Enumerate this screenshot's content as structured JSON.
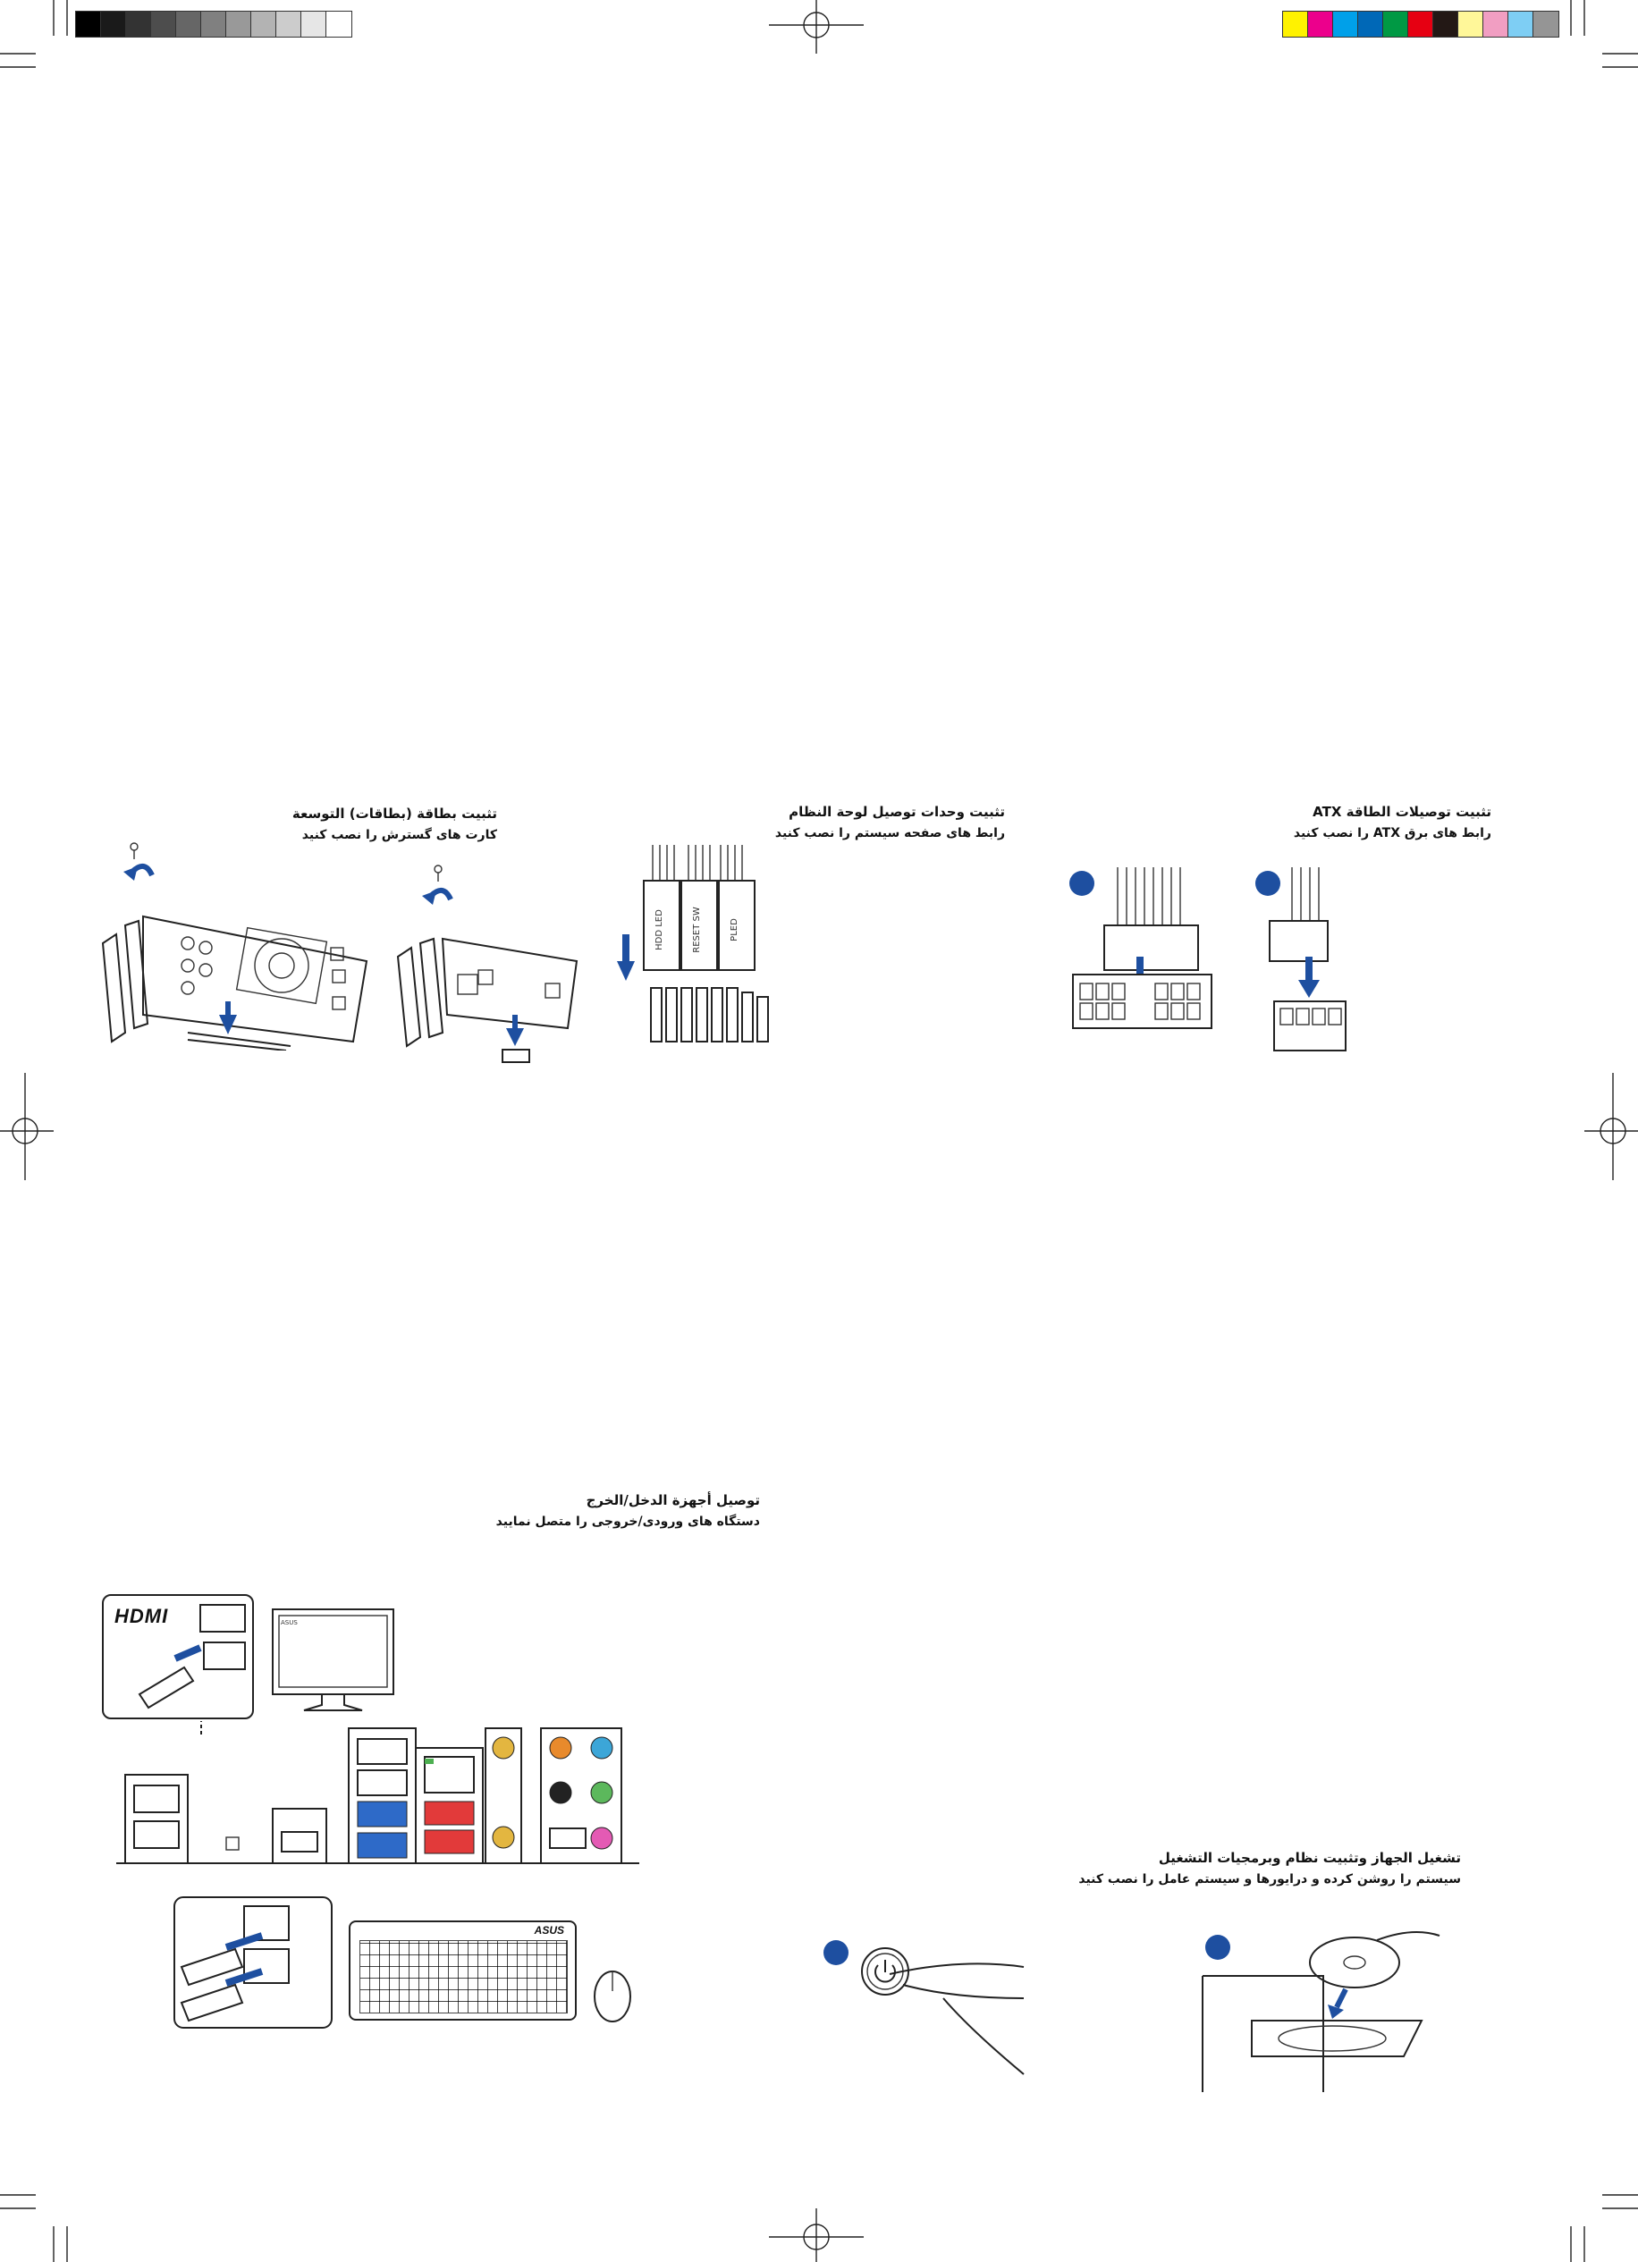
{
  "color_bar": {
    "gray": [
      "#000000",
      "#1a1a1a",
      "#333333",
      "#4d4d4d",
      "#666666",
      "#808080",
      "#999999",
      "#b3b3b3",
      "#cccccc",
      "#e6e6e6",
      "#ffffff"
    ],
    "color": [
      "#fff200",
      "#ec008c",
      "#00a0e9",
      "#0068b7",
      "#009944",
      "#e60012",
      "#231815",
      "#fff799",
      "#f19ec2",
      "#7ecef4",
      "#959595"
    ]
  },
  "sections": {
    "expansion": {
      "line1": "تثبيت بطاقة (بطاقات) التوسعة",
      "line2": "کارت های گسترش را نصب کنید"
    },
    "front_panel": {
      "line1": "تثبيت وحدات توصيل لوحة النظام",
      "line2": "رابط های صفحه سیستم را نصب کنید"
    },
    "atx": {
      "line1": "تثبيت توصيلات الطاقة ATX",
      "line2": "رابط های برق ATX را نصب کنید"
    },
    "io": {
      "line1": "توصيل أجهزة الدخل/الخرج",
      "line2": "دستگاه های ورودی/خروجی را متصل نمایید"
    },
    "power_on": {
      "line1": "تشغيل الجهاز وتثبيت نظام وبرمجيات التشغيل",
      "line2": "سیستم را روشن کرده و درایورها و سیستم عامل را نصب کنید"
    }
  },
  "connector_labels": [
    "HDD LED",
    "RESET SW",
    "PLED"
  ],
  "hdmi_logo": "HDMI",
  "monitor_brand": "ASUS",
  "keyboard_brand": "ASUS"
}
